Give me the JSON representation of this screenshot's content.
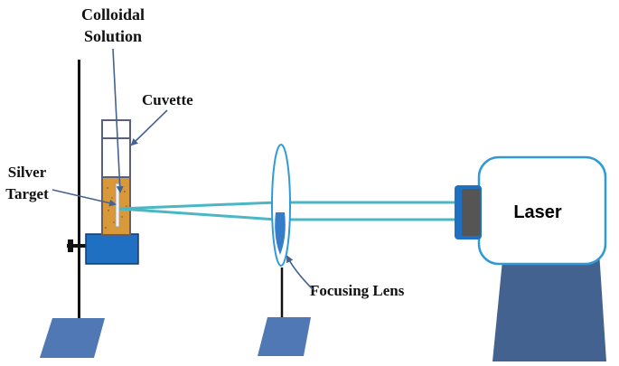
{
  "labels": {
    "colloidal_line1": "Colloidal",
    "colloidal_line2": "Solution",
    "cuvette": "Cuvette",
    "silver_line1": "Silver",
    "silver_line2": "Target",
    "focusing_lens": "Focusing Lens",
    "laser": "Laser"
  },
  "colors": {
    "beam": "#4bb7c4",
    "blue_fill": "#1f6fc2",
    "base_plate": "#4f78b5",
    "solution": "#d9993a",
    "laser_stand": "#44628f",
    "laser_outline": "#2f9ad6",
    "arrow": "#44628f"
  }
}
